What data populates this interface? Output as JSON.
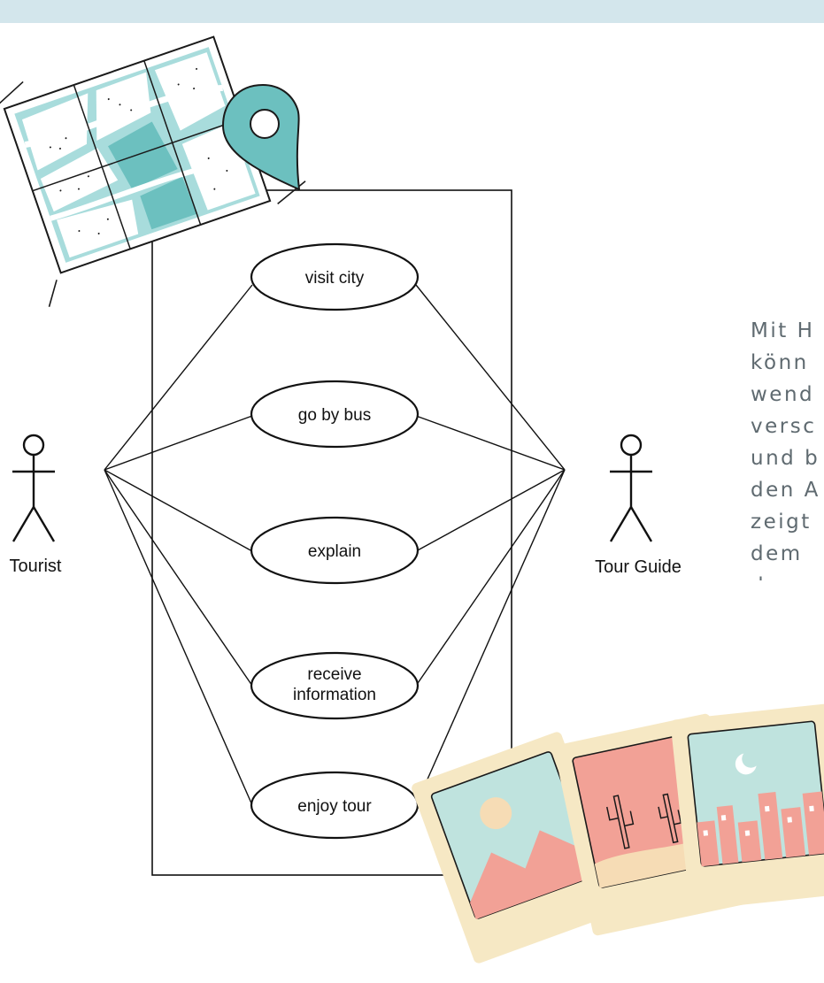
{
  "colors": {
    "top_bar": "#d3e6ec",
    "teal": "#6cc0bf",
    "teal_light": "#a8dcdc",
    "text_gray": "#5f6a70",
    "photo_frame": "#f6e8c4",
    "photo_sky": "#bfe3de",
    "photo_coral": "#f2a196",
    "photo_sand": "#f6dcb5"
  },
  "icons": [
    "map-icon",
    "location-pin-icon",
    "photo-mountain-icon",
    "photo-cactus-icon",
    "photo-city-icon"
  ],
  "diagram": {
    "actors": [
      {
        "id": "tourist",
        "label": "Tourist"
      },
      {
        "id": "guide",
        "label": "Tour Guide"
      }
    ],
    "use_cases": [
      {
        "id": "uc1",
        "label": [
          "visit city"
        ]
      },
      {
        "id": "uc2",
        "label": [
          "go by bus"
        ]
      },
      {
        "id": "uc3",
        "label": [
          "explain"
        ]
      },
      {
        "id": "uc4",
        "label": [
          "receive",
          "information"
        ]
      },
      {
        "id": "uc5",
        "label": [
          "enjoy tour"
        ]
      }
    ],
    "associations": [
      [
        "tourist",
        "uc1"
      ],
      [
        "tourist",
        "uc2"
      ],
      [
        "tourist",
        "uc3"
      ],
      [
        "tourist",
        "uc4"
      ],
      [
        "tourist",
        "uc5"
      ],
      [
        "guide",
        "uc1"
      ],
      [
        "guide",
        "uc2"
      ],
      [
        "guide",
        "uc3"
      ],
      [
        "guide",
        "uc4"
      ],
      [
        "guide",
        "uc5"
      ]
    ]
  },
  "side_text": {
    "lines": [
      "Mit H",
      "könn",
      "wend",
      "versc",
      "und b",
      "den A",
      "zeigt",
      "dem",
      "den n"
    ]
  }
}
